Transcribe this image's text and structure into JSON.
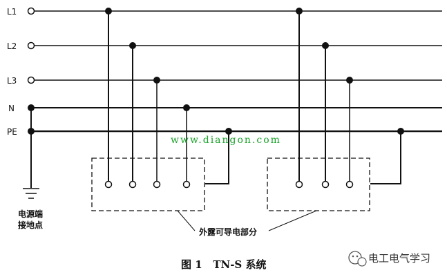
{
  "lines": [
    {
      "id": "L1",
      "label": "L1"
    },
    {
      "id": "L2",
      "label": "L2"
    },
    {
      "id": "L3",
      "label": "L3"
    },
    {
      "id": "N",
      "label": "N"
    },
    {
      "id": "PE",
      "label": "PE"
    }
  ],
  "ground_label": {
    "line1": "电源端",
    "line2": "接地点"
  },
  "parts_label": "外露可导电部分",
  "watermark": "www.diangon.com",
  "caption": "图 1   TN-S 系统",
  "brand": "电工电气学习",
  "colors": {
    "ink": "#111111",
    "watermark": "#1aa12a"
  }
}
